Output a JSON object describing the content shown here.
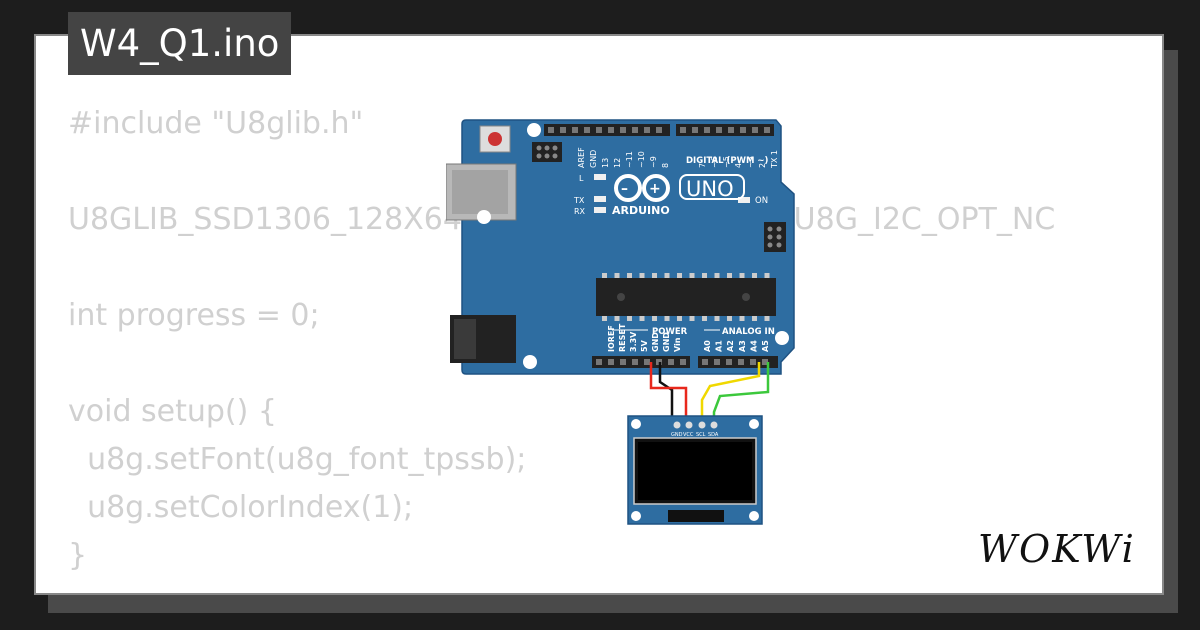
{
  "title": "W4_Q1.ino",
  "code_lines": [
    "#include \"U8glib.h\"",
    "",
    "U8GLIB_SSD1306_128X64                          V_0 | U8G_I2C_OPT_NC",
    "",
    "int progress = 0;",
    "",
    "void setup() {",
    "  u8g.setFont(u8g_font_tpssb);",
    "  u8g.setColorIndex(1);",
    "}"
  ],
  "board": {
    "name": "UNO",
    "brand": "ARDUINO",
    "digital_label": "DIGITAL (PWM ~)",
    "power_label": "POWER",
    "analog_label": "ANALOG IN",
    "on_label": "ON",
    "led_labels": [
      "L",
      "TX",
      "RX"
    ],
    "top_pins_left": [
      "AREF",
      "GND",
      "13",
      "12",
      "~11",
      "~10",
      "~9",
      "8"
    ],
    "top_pins_right": [
      "7",
      "~6",
      "~5",
      "4",
      "~3",
      "2",
      "TX 1",
      "RX 0"
    ],
    "power_pins": [
      "IOREF",
      "RESET",
      "3.3V",
      "5V",
      "GND",
      "GND",
      "Vin"
    ],
    "analog_pins": [
      "A0",
      "A1",
      "A2",
      "A3",
      "A4",
      "A5"
    ]
  },
  "oled": {
    "pins": [
      "GND",
      "VCC",
      "SCL",
      "SDA"
    ]
  },
  "wires": {
    "gnd_color": "#111111",
    "vcc_color": "#e8281c",
    "scl_color": "#f0d800",
    "sda_color": "#3cc83c"
  },
  "colors": {
    "board_blue": "#2e6da1",
    "code_gray": "#d0d0d0",
    "title_bg": "#444444"
  },
  "brand": "WOKWi"
}
